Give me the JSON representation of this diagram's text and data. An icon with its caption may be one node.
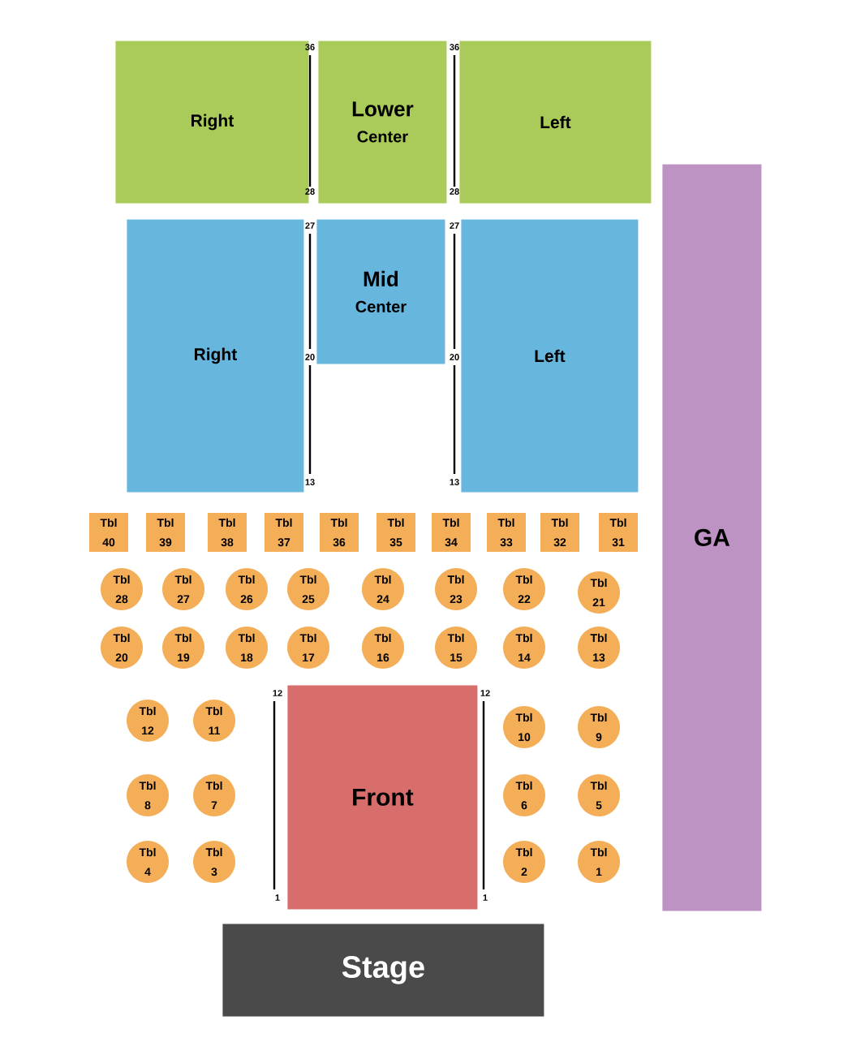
{
  "diagram": {
    "nodes": [
      {
        "text": [
          "Right"
        ]
      },
      {
        "text": [
          "Lower",
          "Center"
        ]
      },
      {
        "text": [
          "Left"
        ]
      },
      {
        "text": [
          "Right"
        ]
      },
      {
        "text": [
          "Mid",
          "Center"
        ]
      },
      {
        "text": [
          "Left"
        ]
      },
      {
        "text": [
          "GA"
        ]
      },
      {
        "text": [
          "Tbl 40"
        ]
      },
      {
        "text": [
          "Tbl 39"
        ]
      },
      {
        "text": [
          "Tbl 38"
        ]
      },
      {
        "text": [
          "Tbl 37"
        ]
      },
      {
        "text": [
          "Tbl 36"
        ]
      },
      {
        "text": [
          "Tbl 35"
        ]
      },
      {
        "text": [
          "Tbl 34"
        ]
      },
      {
        "text": [
          "Tbl 33"
        ]
      },
      {
        "text": [
          "Tbl 32"
        ]
      },
      {
        "text": [
          "Tbl 31"
        ]
      },
      {
        "text": [
          "Tbl 28"
        ]
      },
      {
        "text": [
          "Tbl 27"
        ]
      },
      {
        "text": [
          "Tbl 26"
        ]
      },
      {
        "text": [
          "Tbl 25"
        ]
      },
      {
        "text": [
          "Tbl 24"
        ]
      },
      {
        "text": [
          "Tbl 23"
        ]
      },
      {
        "text": [
          "Tbl 22"
        ]
      },
      {
        "text": [
          "Tbl 21"
        ]
      },
      {
        "text": [
          "Tbl 20"
        ]
      },
      {
        "text": [
          "Tbl 19"
        ]
      },
      {
        "text": [
          "Tbl 18"
        ]
      },
      {
        "text": [
          "Tbl 17"
        ]
      },
      {
        "text": [
          "Tbl 16"
        ]
      },
      {
        "text": [
          "Tbl 15"
        ]
      },
      {
        "text": [
          "Tbl 14"
        ]
      },
      {
        "text": [
          "Tbl 13"
        ]
      },
      {
        "text": [
          "Tbl 12"
        ]
      },
      {
        "text": [
          "Tbl 11"
        ]
      },
      {
        "text": [
          "Tbl 10"
        ]
      },
      {
        "text": [
          "Tbl 9"
        ]
      },
      {
        "text": [
          "Tbl 8"
        ]
      },
      {
        "text": [
          "Tbl 7"
        ]
      },
      {
        "text": [
          "Tbl 6"
        ]
      },
      {
        "text": [
          "Tbl 5"
        ]
      },
      {
        "text": [
          "Tbl 4"
        ]
      },
      {
        "text": [
          "Tbl 3"
        ]
      },
      {
        "text": [
          "Tbl 2"
        ]
      },
      {
        "text": [
          "Tbl 1"
        ]
      },
      {
        "text": [
          "Front"
        ]
      },
      {
        "text": [
          "Stage"
        ]
      }
    ],
    "labels": [
      "36",
      "36",
      "28",
      "28",
      "27",
      "27",
      "20",
      "20",
      "13",
      "13",
      "12",
      "12",
      "1",
      "1"
    ]
  }
}
